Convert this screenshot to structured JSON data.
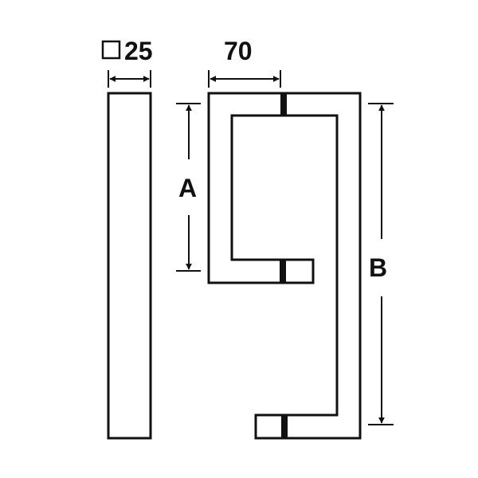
{
  "labels": {
    "square_size": "25",
    "width": "70",
    "dimension_a": "A",
    "dimension_b": "B"
  },
  "icons": {
    "square_symbol": "square-section-icon",
    "arrow": "arrow-icon"
  },
  "colors": {
    "line": "#111111",
    "background": "#ffffff"
  }
}
